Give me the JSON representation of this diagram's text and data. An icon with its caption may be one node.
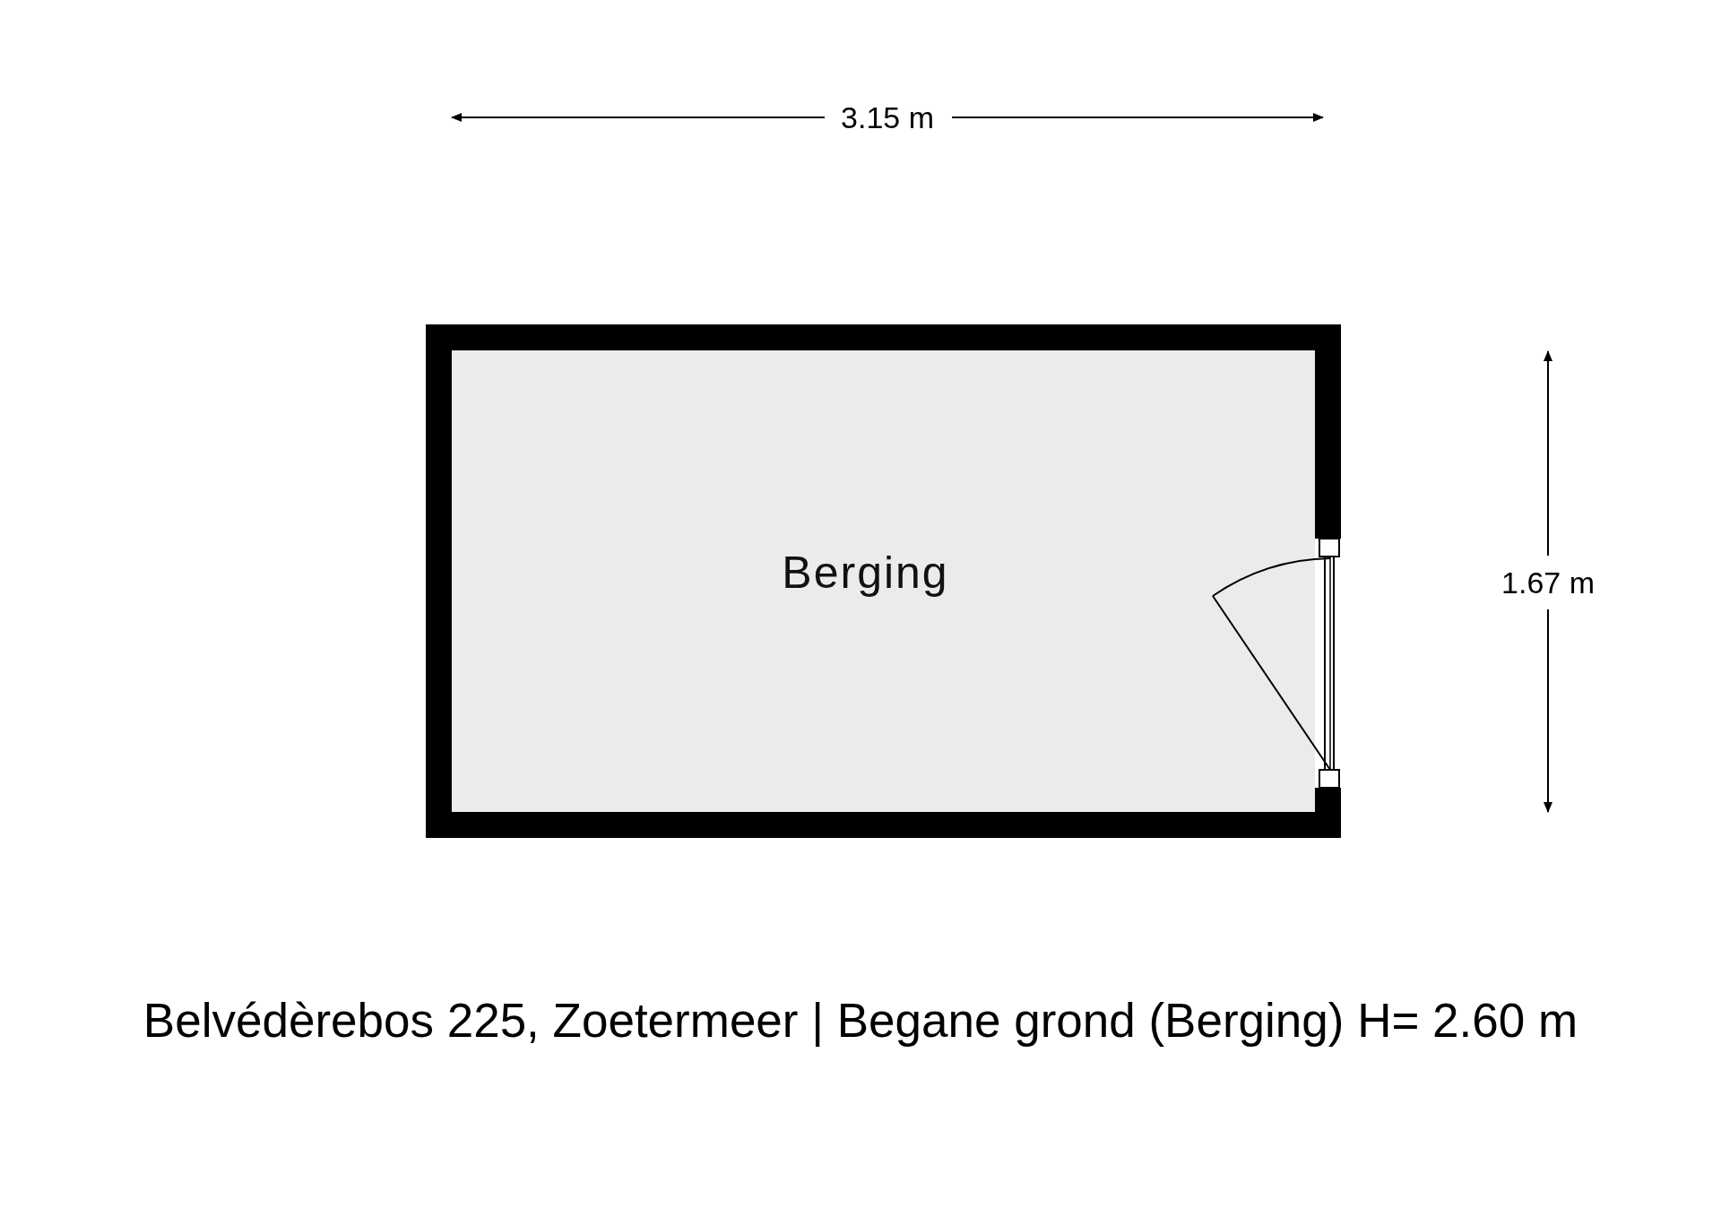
{
  "diagram": {
    "caption": "Belvédèrebos 225, Zoetermeer | Begane grond (Berging) H= 2.60 m",
    "nodes": [
      {
        "text": [
          "Berging"
        ]
      }
    ],
    "labels": [
      "3.15 m",
      "1.67 m"
    ]
  }
}
